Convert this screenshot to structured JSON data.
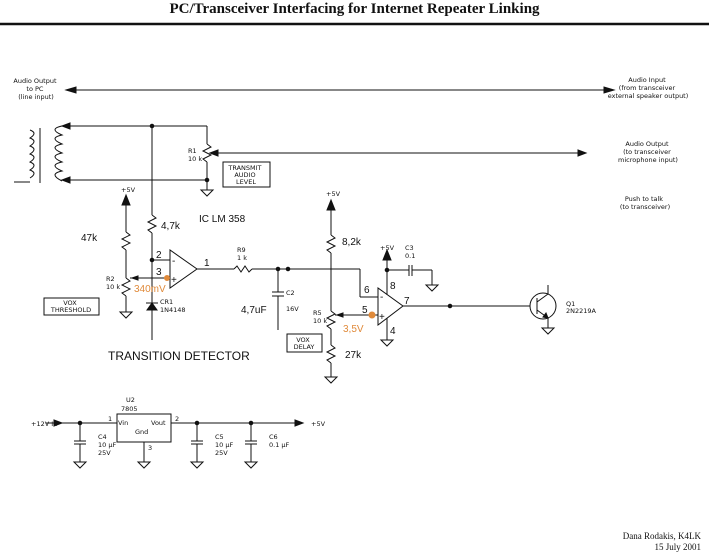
{
  "title": "PC/Transceiver Interfacing for Internet Repeater Linking",
  "ports": {
    "audio_out_pc": [
      "Audio Output",
      "to PC",
      "(line input)"
    ],
    "audio_in": [
      "Audio Input",
      "(from transceiver",
      "external speaker output)"
    ],
    "audio_out_tx": [
      "Audio Output",
      "(to transceiver",
      "microphone input)"
    ],
    "ptt": [
      "Push to talk",
      "(to transceiver)"
    ],
    "v12_in": "+12V In",
    "v5_out": "+5V"
  },
  "components": {
    "r1": {
      "ref": "R1",
      "value": "10 k"
    },
    "transmit_box": [
      "TRANSMIT",
      "AUDIO",
      "LEVEL"
    ],
    "vcc": "+5V",
    "r_47k": "47k",
    "r_4k7": "4,7k",
    "ic": "IC   LM 358",
    "r2": {
      "ref": "R2",
      "value": "10 k"
    },
    "vox_threshold": [
      "VOX",
      "THRESHOLD"
    ],
    "cr1": {
      "ref": "CR1",
      "value": "1N4148"
    },
    "voltage_340": "340mV",
    "pin1": "1",
    "pin2": "2",
    "pin3": "3",
    "r9": {
      "ref": "R9",
      "value": "1 k"
    },
    "c2": {
      "ref": "C2",
      "value": "4,7uF",
      "rating": "16V"
    },
    "r_8k2": "8,2k",
    "r5": {
      "ref": "R5",
      "value": "10 k"
    },
    "voltage_35": "3,5V",
    "r_27k": "27k",
    "vox_delay": [
      "VOX",
      "DELAY"
    ],
    "c3": {
      "ref": "C3",
      "value": "0.1"
    },
    "pin4": "4",
    "pin5": "5",
    "pin6": "6",
    "pin7": "7",
    "pin8": "8",
    "q1": {
      "ref": "Q1",
      "value": "2N2219A"
    },
    "transition": "TRANSITION DETECTOR",
    "u2": {
      "ref": "U2",
      "value": "7805",
      "vin": "Vin",
      "vout": "Vout",
      "gnd": "Gnd",
      "p1": "1",
      "p2": "2",
      "p3": "3"
    },
    "c4": {
      "ref": "C4",
      "value": "10 μF",
      "rating": "25V"
    },
    "c5": {
      "ref": "C5",
      "value": "10 μF",
      "rating": "25V"
    },
    "c6": {
      "ref": "C6",
      "value": "0.1 μF"
    }
  },
  "signature": {
    "author": "Dana Rodakis, K4LK",
    "date": "15 July 2001"
  }
}
